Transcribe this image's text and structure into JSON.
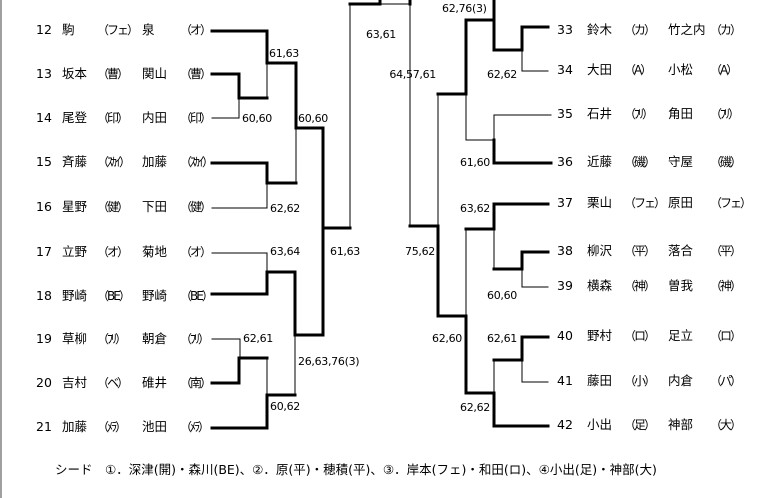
{
  "left_entries": [
    {
      "no": "12",
      "name1": "駒",
      "club1": "（フェ）",
      "name2": "泉",
      "club2": "（オ）"
    },
    {
      "no": "13",
      "name1": "坂本",
      "club1": "（曹）",
      "name2": "関山",
      "club2": "（曹）"
    },
    {
      "no": "14",
      "name1": "尾登",
      "club1": "（印）",
      "name2": "内田",
      "club2": "（印）"
    },
    {
      "no": "15",
      "name1": "斉藤",
      "club1": "（ｽｶｲ）",
      "name2": "加藤",
      "club2": "（ｽｶｲ）"
    },
    {
      "no": "16",
      "name1": "星野",
      "club1": "（健）",
      "name2": "下田",
      "club2": "（健）"
    },
    {
      "no": "17",
      "name1": "立野",
      "club1": "（オ）",
      "name2": "菊地",
      "club2": "（オ）"
    },
    {
      "no": "18",
      "name1": "野崎",
      "club1": "（BE）",
      "name2": "野崎",
      "club2": "（BE）"
    },
    {
      "no": "19",
      "name1": "草柳",
      "club1": "（ﾌﾘ）",
      "name2": "朝倉",
      "club2": "（ﾌﾘ）"
    },
    {
      "no": "20",
      "name1": "吉村",
      "club1": "（ベ）",
      "name2": "碓井",
      "club2": "（南）"
    },
    {
      "no": "21",
      "name1": "加藤",
      "club1": "（ﾒﾗ）",
      "name2": "池田",
      "club2": "（ﾒﾗ）"
    }
  ],
  "right_entries": [
    {
      "no": "33",
      "name1": "鈴木",
      "club1": "（カ）",
      "name2": "竹之内",
      "club2": "（カ）"
    },
    {
      "no": "34",
      "name1": "大田",
      "club1": "（A）",
      "name2": "小松",
      "club2": "（A）"
    },
    {
      "no": "35",
      "name1": "石井",
      "club1": "（ﾌﾘ）",
      "name2": "角田",
      "club2": "（ﾌﾘ）"
    },
    {
      "no": "36",
      "name1": "近藤",
      "club1": "（磯）",
      "name2": "守屋",
      "club2": "（磯）"
    },
    {
      "no": "37",
      "name1": "栗山",
      "club1": "（フェ）",
      "name2": "原田",
      "club2": "（フェ）"
    },
    {
      "no": "38",
      "name1": "柳沢",
      "club1": "（平）",
      "name2": "落合",
      "club2": "（平）"
    },
    {
      "no": "39",
      "name1": "横森",
      "club1": "（神）",
      "name2": "曽我",
      "club2": "（神）"
    },
    {
      "no": "40",
      "name1": "野村",
      "club1": "（ロ）",
      "name2": "足立",
      "club2": "（ロ）"
    },
    {
      "no": "41",
      "name1": "藤田",
      "club1": "（小）",
      "name2": "内倉",
      "club2": "（パ）"
    },
    {
      "no": "42",
      "name1": "小出",
      "club1": "（足）",
      "name2": "神部",
      "club2": "（大）"
    }
  ],
  "scores": {
    "l_12_1314": "61,63",
    "l_13_14": "60,60",
    "l_r2_top": "60,60",
    "l_15_16": "62,62",
    "l_17_18": "63,64",
    "l_19_20": "62,61",
    "l_2021_21": "60,62",
    "l_r2_bottom": "26,63,76(3)",
    "l_final": "61,63",
    "center": "63,61",
    "r_top": "62,76(3)",
    "r_33_34": "62,62",
    "r_r2_top": "64,57,61",
    "r_35_36": "61,60",
    "r_37_3839": "63,62",
    "r_38_39": "60,60",
    "r_final": "75,62",
    "r_40_41": "62,61",
    "r_r2_bottom": "62,60",
    "r_4041_42": "62,62"
  },
  "footer": "シード　①．深津(開)・森川(BE)、②．原(平)・穂積(平)、③．岸本(フェ)・和田(ロ)、④小出(足)・神部(大)"
}
